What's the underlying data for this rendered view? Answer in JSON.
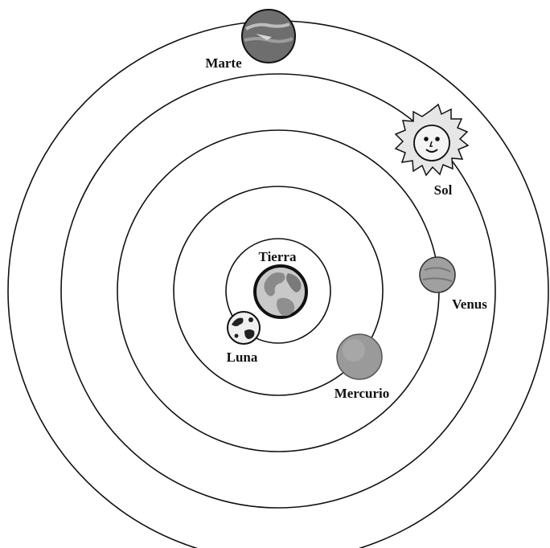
{
  "labels": {
    "earth": "Tierra",
    "moon": "Luna",
    "mercury": "Mercurio",
    "venus": "Venus",
    "sun": "Sol",
    "mars": "Marte"
  },
  "colors": {
    "orbit": "#111111",
    "earth_land": "#8a8a8a",
    "earth_sea": "#c8c8c8",
    "mercury": "#9a9a9a",
    "venus": "#a0a0a0",
    "mars": "#6e6e6e",
    "sun": "#e6e6e6"
  }
}
